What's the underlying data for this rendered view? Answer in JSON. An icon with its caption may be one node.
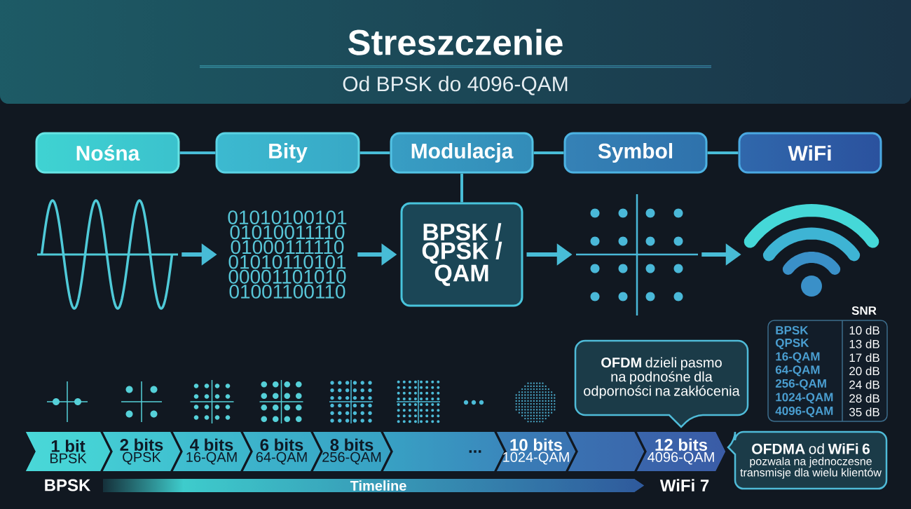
{
  "diagram": {
    "title": "Streszczenie",
    "nodes": [
      {
        "text": [
          "Nośna"
        ]
      },
      {
        "text": [
          "Bity"
        ]
      },
      {
        "text": [
          "Modulacja"
        ]
      },
      {
        "text": [
          "Symbol"
        ]
      },
      {
        "text": [
          "WiFi"
        ]
      },
      {
        "text": [],
        "shape": "picture"
      },
      {
        "text": [
          "01010100101 01010011110 01000111110 01010110101 00001101010 01001100110"
        ]
      },
      {
        "text": [
          "BPSK / QPSK / QAM"
        ]
      },
      {
        "text": [],
        "shape": "picture"
      },
      {
        "text": [],
        "shape": "picture"
      },
      {
        "text": [
          "**OFDM** dzieli pasmo na podnośne dla odporności na zakłócenia"
        ]
      },
      {
        "text": [
          "1 bit",
          "BPSK"
        ]
      },
      {
        "text": [
          "2 bits",
          "QPSK"
        ]
      },
      {
        "text": [
          "4 bits",
          "16-QAM"
        ]
      },
      {
        "text": [
          "6 bits",
          "64-QAM"
        ]
      },
      {
        "text": [
          "8 bits",
          "256-QAM"
        ]
      },
      {
        "text": [
          "..."
        ]
      },
      {
        "text": [
          "10 bits",
          "1024-QAM"
        ]
      },
      {
        "text": [],
        "shape": "chevron"
      },
      {
        "text": [
          "12 bits",
          "4096-QAM"
        ]
      },
      {
        "text": [
          "**OFDMA** od **WiFi 6**",
          "pozwala na jednoczesne transmisje dla wielu klientów"
        ]
      }
    ],
    "edges": [
      {
        "from": 0,
        "to": 1,
        "arrow": "none"
      },
      {
        "from": 1,
        "to": 2,
        "arrow": "none"
      },
      {
        "from": 2,
        "to": 3,
        "arrow": "none"
      },
      {
        "from": 3,
        "to": 4,
        "arrow": "none"
      },
      {
        "from": 2,
        "to": 7,
        "arrow": "none"
      },
      {
        "from": 5,
        "to": 6,
        "arrow": "to"
      },
      {
        "from": 6,
        "to": 7,
        "arrow": "to"
      },
      {
        "from": 7,
        "to": 8,
        "arrow": "to"
      },
      {
        "from": 8,
        "to": 9,
        "arrow": "to"
      }
    ],
    "labels": [
      "Od BPSK do 4096-QAM",
      "SNR",
      "BPSK",
      "10 dB",
      "QPSK",
      "13 dB",
      "16-QAM",
      "17 dB",
      "64-QAM",
      "20 dB",
      "256-QAM",
      "24 dB",
      "1024-QAM",
      "28 dB",
      "4096-QAM",
      "35 dB",
      "BPSK",
      "Timeline",
      "WiFi 7"
    ]
  }
}
